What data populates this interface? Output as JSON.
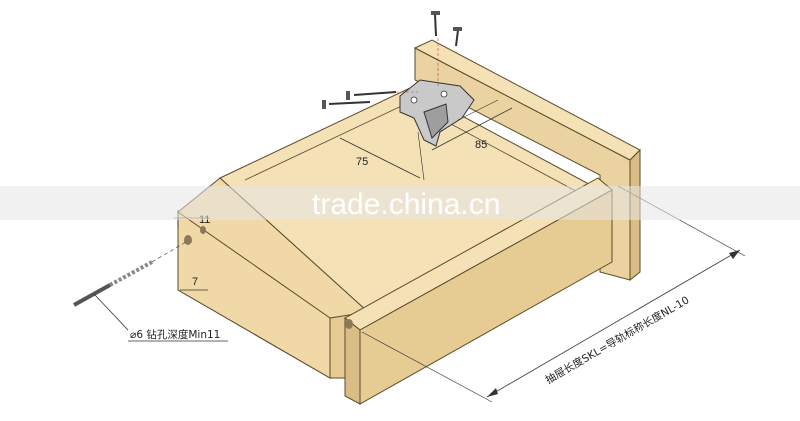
{
  "colors": {
    "wood_front": "#F0D9A6",
    "wood_side": "#E6CB93",
    "wood_top": "#F4E2B6",
    "wood_back": "#EAD3A0",
    "outline": "#5a4a2a",
    "dimension_line": "#333333",
    "hardware": "#c9c9c9",
    "watermark_band": "#e6e6e6"
  },
  "dimensions": {
    "d75": "75",
    "d85": "85",
    "d11": "11",
    "d7": "7"
  },
  "drill_note": "⌀6 钻孔深度Min11",
  "length_label": "抽屉长度SKL=导轨标称长度NL-10",
  "watermark": "trade.china.cn",
  "icons": [
    "screw-icon",
    "drill-bit-icon",
    "bracket-clip-icon"
  ]
}
